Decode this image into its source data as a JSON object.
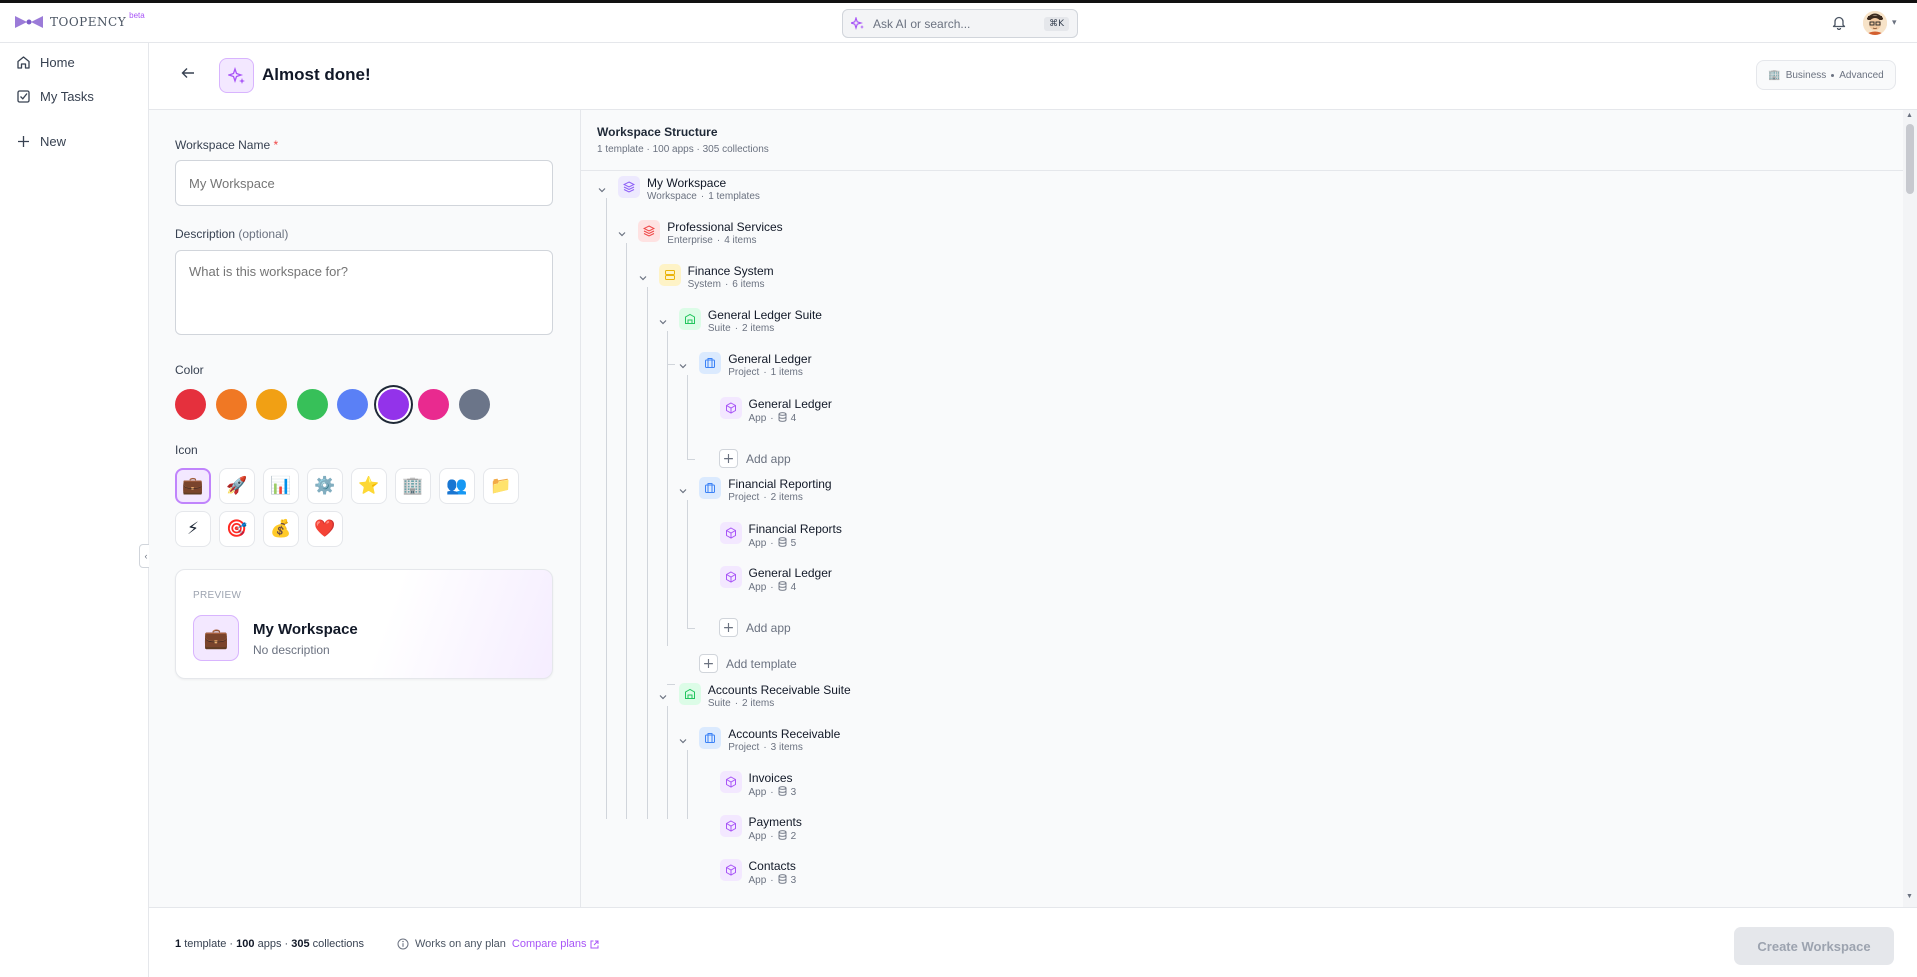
{
  "app": {
    "brand": "TOOPENCY",
    "beta": "beta"
  },
  "search": {
    "placeholder": "Ask AI or search...",
    "shortcut": "⌘K"
  },
  "sidebar": {
    "items": [
      {
        "label": "Home"
      },
      {
        "label": "My Tasks"
      },
      {
        "label": "New"
      }
    ]
  },
  "header": {
    "title": "Almost done!",
    "plan_badge": {
      "tier": "Business",
      "level": "Advanced"
    }
  },
  "form": {
    "name_label": "Workspace Name",
    "name_required": "*",
    "name_placeholder": "My Workspace",
    "desc_label": "Description",
    "desc_optional": "(optional)",
    "desc_placeholder": "What is this workspace for?",
    "color_label": "Color",
    "colors": [
      "#e5303d",
      "#f07824",
      "#f1a014",
      "#37c059",
      "#5a80f6",
      "#9333ea",
      "#e92a8f",
      "#6b7589"
    ],
    "selected_color": "#9333ea",
    "icon_label": "Icon",
    "icons": [
      {
        "name": "briefcase",
        "glyph": "💼"
      },
      {
        "name": "rocket",
        "glyph": "🚀"
      },
      {
        "name": "chart",
        "glyph": "📊"
      },
      {
        "name": "gear",
        "glyph": "⚙️"
      },
      {
        "name": "star",
        "glyph": "⭐"
      },
      {
        "name": "building",
        "glyph": "🏢"
      },
      {
        "name": "people",
        "glyph": "👥"
      },
      {
        "name": "folder",
        "glyph": "📁"
      },
      {
        "name": "lightning",
        "glyph": "⚡"
      },
      {
        "name": "target",
        "glyph": "🎯"
      },
      {
        "name": "money-bag",
        "glyph": "💰"
      },
      {
        "name": "heart",
        "glyph": "❤️"
      }
    ],
    "selected_icon": "briefcase",
    "preview": {
      "label": "PREVIEW",
      "name": "My Workspace",
      "description": "No description",
      "glyph": "💼"
    }
  },
  "structure": {
    "title": "Workspace Structure",
    "summary": "1 template · 100 apps · 305 collections",
    "nodes": [
      {
        "name": "My Workspace",
        "type": "Workspace",
        "meta": "1 templates",
        "icon": "layers-icon"
      },
      {
        "name": "Professional Services",
        "type": "Enterprise",
        "meta": "4 items",
        "icon": "layers-icon"
      },
      {
        "name": "Finance System",
        "type": "System",
        "meta": "6 items",
        "icon": "server-icon"
      },
      {
        "name": "General Ledger Suite",
        "type": "Suite",
        "meta": "2 items",
        "icon": "suite-icon"
      },
      {
        "name": "General Ledger",
        "type": "Project",
        "meta": "1 items",
        "icon": "project-icon"
      },
      {
        "name": "General Ledger",
        "type": "App",
        "meta": "4",
        "icon": "app-icon"
      },
      {
        "name": "Financial Reporting",
        "type": "Project",
        "meta": "2 items",
        "icon": "project-icon"
      },
      {
        "name": "Financial Reports",
        "type": "App",
        "meta": "5",
        "icon": "app-icon"
      },
      {
        "name": "General Ledger",
        "type": "App",
        "meta": "4",
        "icon": "app-icon"
      },
      {
        "name": "Accounts Receivable Suite",
        "type": "Suite",
        "meta": "2 items",
        "icon": "suite-icon"
      },
      {
        "name": "Accounts Receivable",
        "type": "Project",
        "meta": "3 items",
        "icon": "project-icon"
      },
      {
        "name": "Invoices",
        "type": "App",
        "meta": "3",
        "icon": "app-icon"
      },
      {
        "name": "Payments",
        "type": "App",
        "meta": "2",
        "icon": "app-icon"
      },
      {
        "name": "Contacts",
        "type": "App",
        "meta": "3",
        "icon": "app-icon"
      }
    ],
    "meta_sep": "·",
    "add_app": "Add app",
    "add_template": "Add template"
  },
  "footer": {
    "templates_count": "1",
    "templates_label": "template ·",
    "apps_count": "100",
    "apps_label": "apps ·",
    "collections_count": "305",
    "collections_label": "collections",
    "plan_note": "Works on any plan",
    "compare": "Compare plans",
    "create": "Create Workspace"
  },
  "colors": {
    "accent": "#a855f7",
    "accent_soft": "#f3e8ff"
  }
}
